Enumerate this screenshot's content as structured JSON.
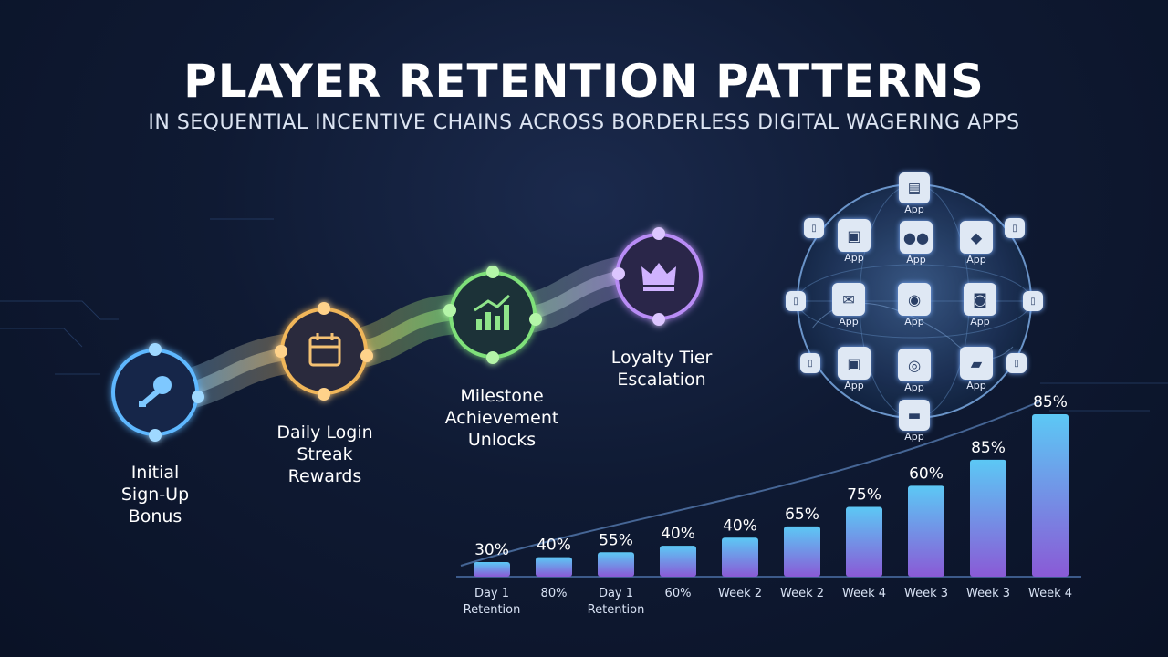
{
  "header": {
    "title": "PLAYER RETENTION PATTERNS",
    "subtitle": "IN SEQUENTIAL INCENTIVE CHAINS ACROSS BORDERLESS DIGITAL WAGERING APPS"
  },
  "steps": [
    {
      "label": "Initial Sign-Up Bonus",
      "lines": [
        "Initial",
        "Sign-Up",
        "Bonus"
      ],
      "icon": "key-icon",
      "color": "#5fb8ff"
    },
    {
      "label": "Daily Login Streak Rewards",
      "lines": [
        "Daily Login",
        "Streak",
        "Rewards"
      ],
      "icon": "calendar-icon",
      "color": "#f0b65a"
    },
    {
      "label": "Milestone Achievement Unlocks",
      "lines": [
        "Milestone",
        "Achievement",
        "Unlocks"
      ],
      "icon": "growth-chart-icon",
      "color": "#7fe07a"
    },
    {
      "label": "Loyalty Tier Escalation",
      "lines": [
        "Loyalty Tier",
        "Escalation"
      ],
      "icon": "crown-icon",
      "color": "#b88cf5"
    }
  ],
  "globe": {
    "app_label": "App",
    "icons": [
      "store-icon",
      "tablet-icon",
      "id-card-icon",
      "users-icon",
      "chat-icon",
      "tablet-icon",
      "tablet-icon",
      "mail-icon",
      "profile-icon",
      "camera-icon",
      "tablet-icon",
      "tablet-icon",
      "id-card-icon",
      "compass-icon",
      "folder-icon",
      "tablet-icon",
      "bank-icon"
    ]
  },
  "chart_data": {
    "type": "bar",
    "categories": [
      "Day 1\nRetention",
      "80%",
      "Day 1\nRetention",
      "60%",
      "Week 2",
      "Week 2",
      "Week 4",
      "Week 3",
      "Week 3",
      "Week 4"
    ],
    "category_lines": [
      [
        "Day 1",
        "Retention"
      ],
      [
        "80%"
      ],
      [
        "Day 1",
        "Retention"
      ],
      [
        "60%"
      ],
      [
        "Week 2"
      ],
      [
        "Week 2"
      ],
      [
        "Week 4"
      ],
      [
        "Week 3"
      ],
      [
        "Week 3"
      ],
      [
        "Week 4"
      ]
    ],
    "data_labels": [
      "30%",
      "40%",
      "55%",
      "40%",
      "40%",
      "65%",
      "75%",
      "60%",
      "85%",
      "85%"
    ],
    "values": [
      30,
      40,
      55,
      40,
      40,
      65,
      75,
      60,
      85,
      85
    ],
    "bar_heights_relative": [
      0.09,
      0.12,
      0.15,
      0.19,
      0.24,
      0.31,
      0.43,
      0.56,
      0.72,
      1.0
    ],
    "title": "",
    "xlabel": "",
    "ylabel": "",
    "colors": {
      "top": "#5cc8f5",
      "bottom": "#8a5ad6"
    }
  }
}
